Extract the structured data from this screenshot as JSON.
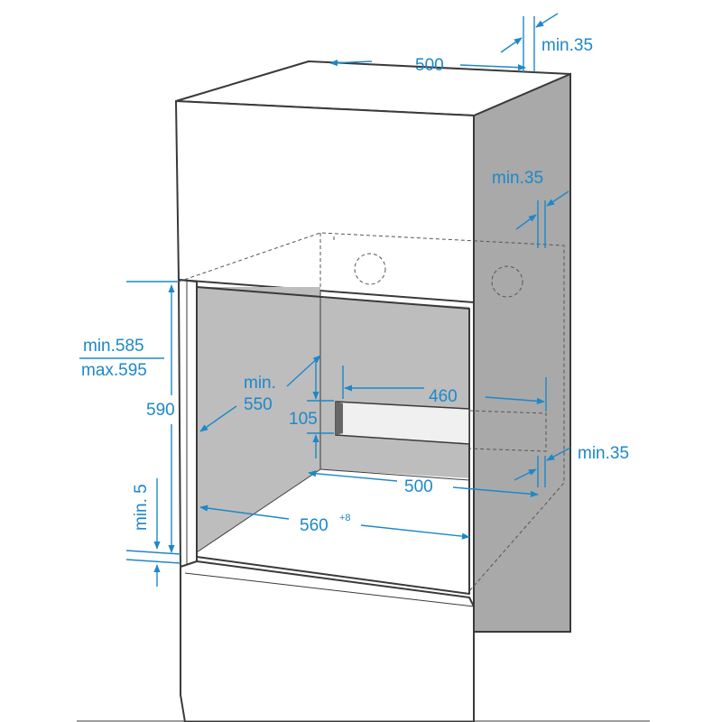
{
  "labels": {
    "top_width": "500",
    "top_gap": "min.35",
    "side_gap": "min.35",
    "height_range_min": "min.585",
    "height_range_max": "max.595",
    "height": "590",
    "depth_min_a": "min.",
    "depth_min_b": "550",
    "vent_height": "105",
    "vent_width": "460",
    "rear_gap": "min.35",
    "bottom_depth": "500",
    "bottom_gap": "min. 5",
    "inner_width": "560",
    "inner_width_tolerance": "+8"
  },
  "colors": {
    "dimension": "#1d88c8",
    "cabinet_face": "#ffffff",
    "cabinet_side": "#a9a9a9",
    "niche_back": "#bdbdbd",
    "outline": "#3a3a3a"
  }
}
